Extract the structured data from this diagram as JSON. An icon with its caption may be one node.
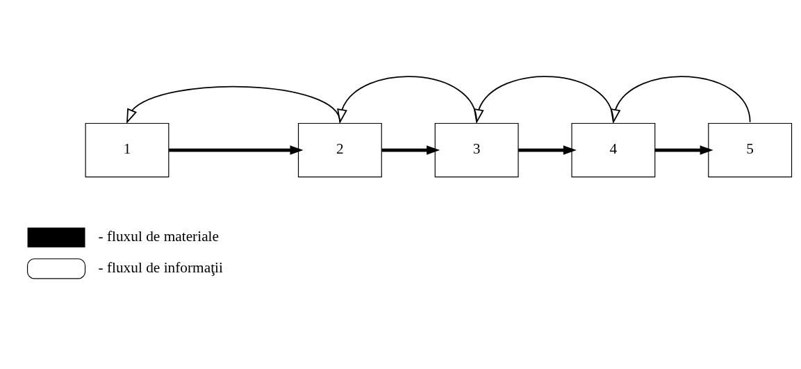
{
  "diagram": {
    "nodes": [
      {
        "text": [
          "1"
        ]
      },
      {
        "text": [
          "2"
        ]
      },
      {
        "text": [
          "3"
        ]
      },
      {
        "text": [
          "4"
        ]
      },
      {
        "text": [
          "5"
        ]
      }
    ],
    "edges": [
      {
        "from": 0,
        "to": 1,
        "arrow": "to",
        "style": "thick"
      },
      {
        "from": 1,
        "to": 2,
        "arrow": "to",
        "style": "thick"
      },
      {
        "from": 2,
        "to": 3,
        "arrow": "to",
        "style": "thick"
      },
      {
        "from": 3,
        "to": 4,
        "arrow": "to",
        "style": "thick"
      },
      {
        "from": 1,
        "to": 0,
        "arrow": "to"
      },
      {
        "from": 2,
        "to": 1,
        "arrow": "to"
      },
      {
        "from": 3,
        "to": 2,
        "arrow": "to"
      },
      {
        "from": 4,
        "to": 3,
        "arrow": "to"
      }
    ],
    "legend": [
      {
        "text": "- fluxul de materiale"
      },
      {
        "text": "- fluxul de informaţii"
      }
    ]
  }
}
